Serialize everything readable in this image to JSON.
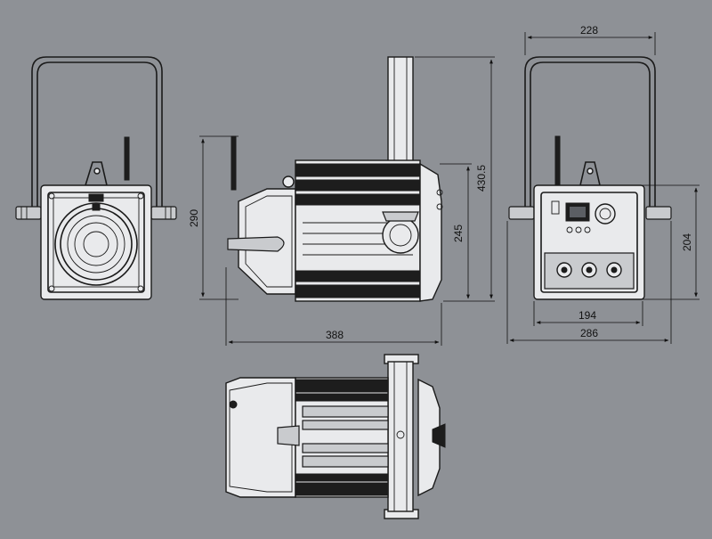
{
  "dimensions": {
    "front_height": "290",
    "side_length": "388",
    "side_height": "430.5",
    "side_body_height": "245",
    "rear_width_top": "228",
    "rear_height": "204",
    "rear_width_inner": "194",
    "rear_width_total": "286"
  },
  "colors": {
    "background": "#8e9196",
    "line": "#1a1a1a"
  }
}
